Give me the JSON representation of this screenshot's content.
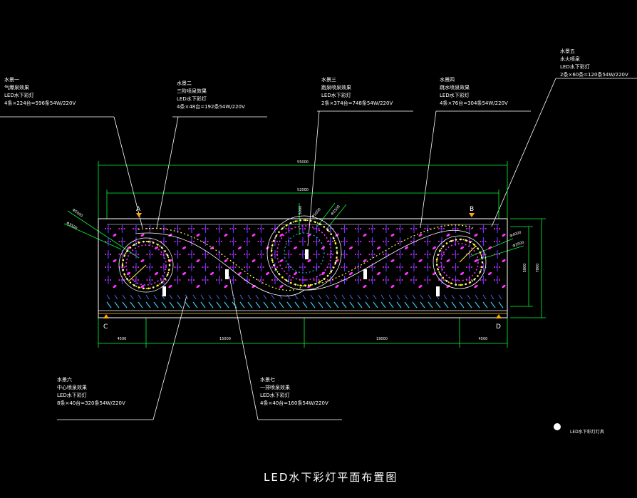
{
  "title": "LED水下彩灯平面布置图",
  "legend": {
    "label": "LED水下彩灯灯具"
  },
  "colors": {
    "background": "#000000",
    "outline": "#ffffff",
    "dimension": "#00ff33",
    "lamp_magenta": "#ff33ff",
    "lamp_yellow": "#ffff33",
    "lamp_purple": "#6633ff",
    "lamp_cyan": "#33ccff",
    "lamp_blue": "#4466ff"
  },
  "notes": [
    {
      "id": "note-1",
      "lines": [
        "水景一",
        "气爆泉效果",
        "LED水下彩灯",
        "4条×224台=596条54W/220V"
      ]
    },
    {
      "id": "note-2",
      "lines": [
        "水景二",
        "三阶喷泉效果",
        "LED水下彩灯",
        "4条×48台=192条54W/220V"
      ]
    },
    {
      "id": "note-3",
      "lines": [
        "水景三",
        "跑泉喷泉效果",
        "LED水下彩灯",
        "2条×374台=748条54W/220V"
      ]
    },
    {
      "id": "note-4",
      "lines": [
        "水景四",
        "跳水喷泉效果",
        "LED水下彩灯",
        "4条×76台=304条54W/220V"
      ]
    },
    {
      "id": "note-5",
      "lines": [
        "水景五",
        "水火喷泉",
        "LED水下彩灯",
        "2条×60条=120条54W/220V"
      ]
    },
    {
      "id": "note-6",
      "lines": [
        "水景六",
        "中心喷泉效果",
        "LED水下彩灯",
        "8条×40台=320条54W/220V"
      ]
    },
    {
      "id": "note-7",
      "lines": [
        "水景七",
        "一排喷泉效果",
        "LED水下彩灯",
        "4条×40台=160条54W/220V"
      ]
    }
  ],
  "axes": [
    "A",
    "B",
    "C",
    "D"
  ],
  "dimensions": {
    "top_overall": "55000",
    "top_inner": "52000",
    "bottom": [
      "4500",
      "15000",
      "19000",
      "4500"
    ],
    "right_outer": "7800",
    "right_inner": "5800",
    "center_height": "5000",
    "diameters": [
      "Φ5000",
      "Φ3500",
      "Φ5000",
      "Φ3500",
      "Φ4000",
      "Φ3500"
    ]
  }
}
